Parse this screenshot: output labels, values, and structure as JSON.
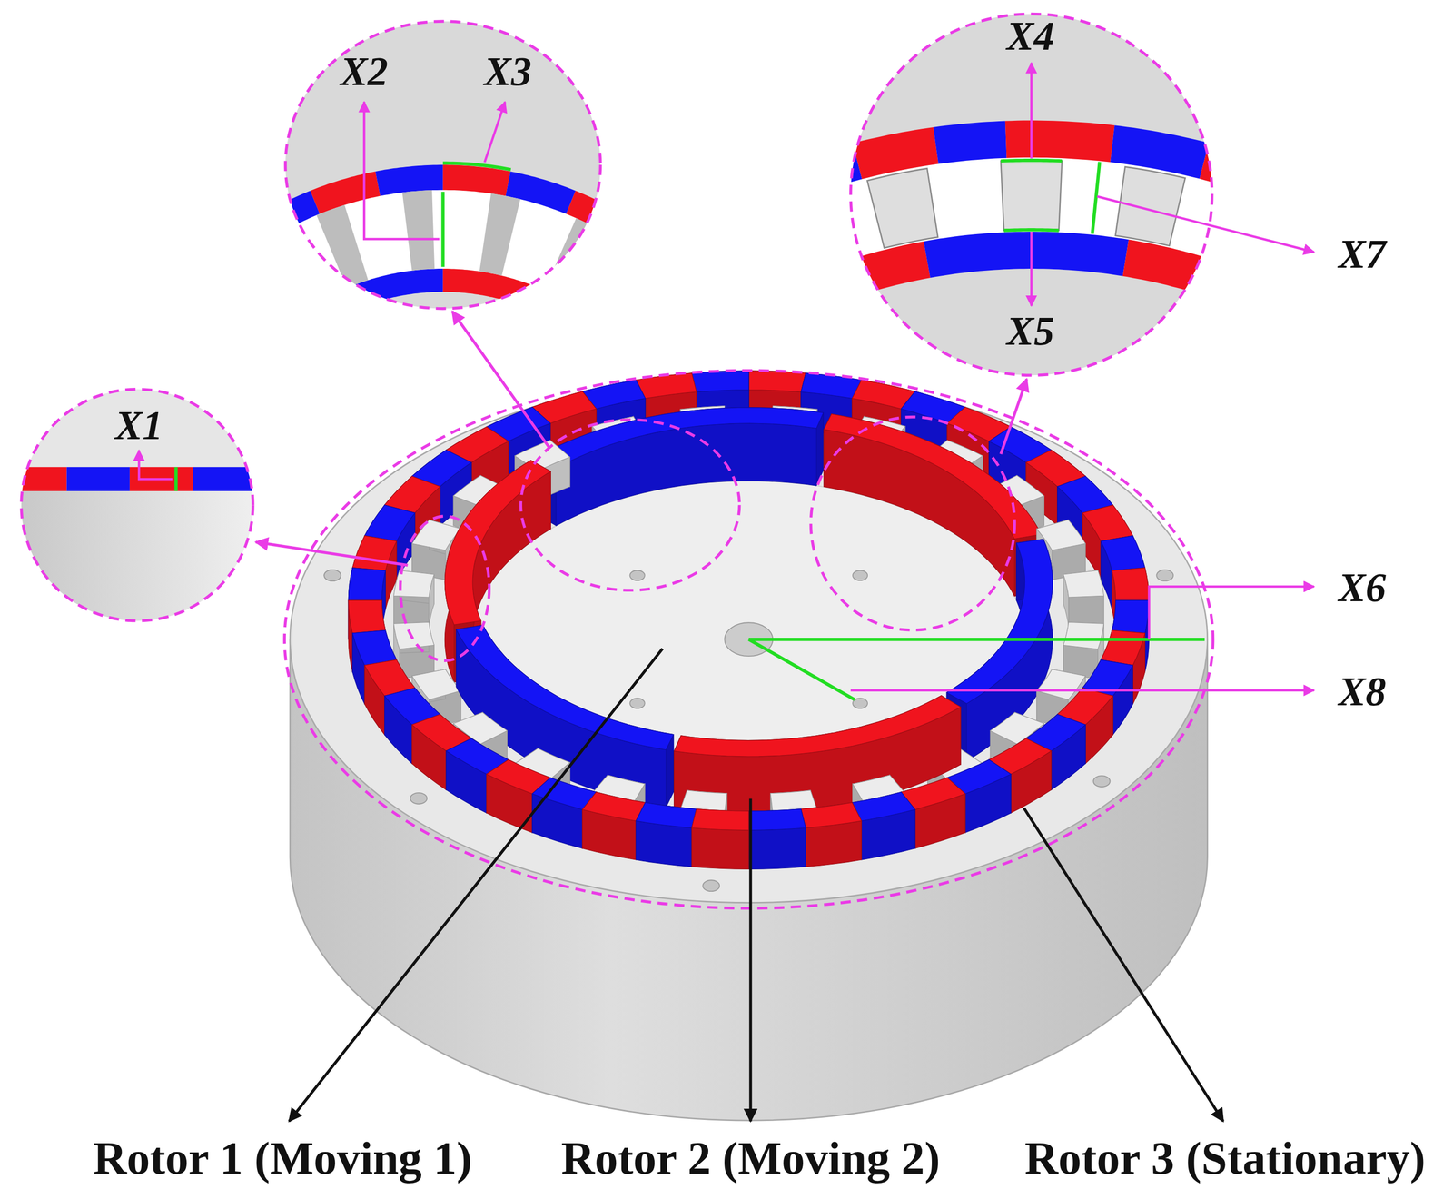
{
  "diagram": {
    "labels": [
      "X2",
      "X3",
      "X4",
      "X7",
      "X5",
      "X1",
      "X6",
      "X8",
      "Rotor 1 (Moving 1)",
      "Rotor 2 (Moving 2)",
      "Rotor 3 (Stationary)"
    ]
  }
}
